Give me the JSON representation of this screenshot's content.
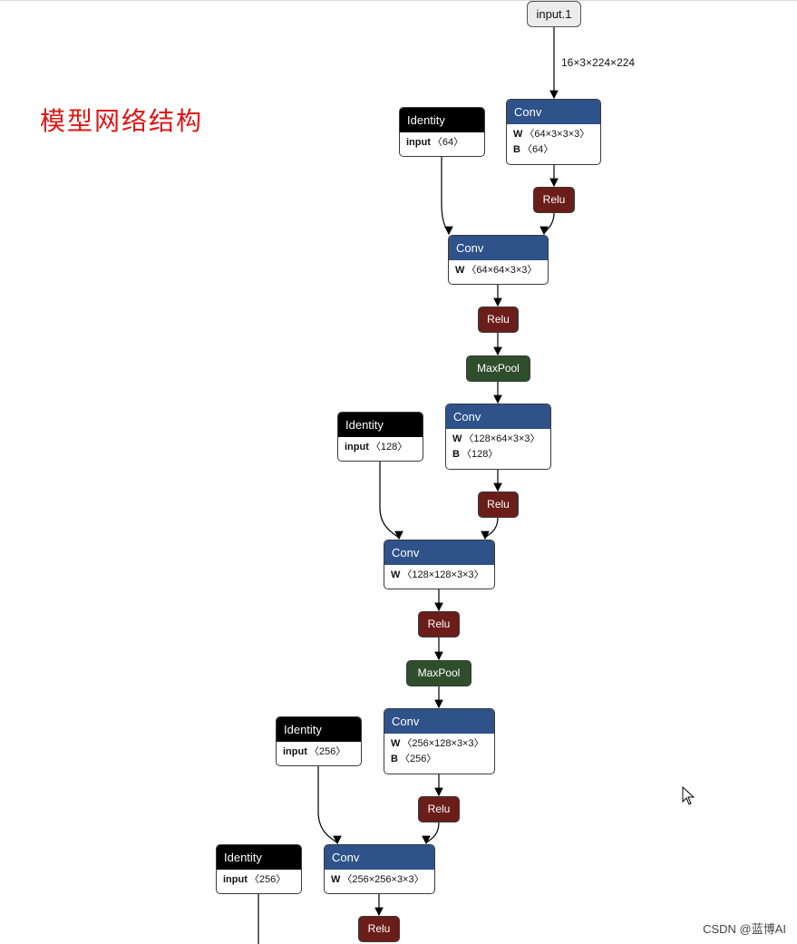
{
  "heading": "模型网络结构",
  "input_node": {
    "label": "input.1"
  },
  "input_edge_label": "16×3×224×224",
  "nodes": [
    {
      "type": "Conv",
      "attrs": [
        {
          "k": "W",
          "v": "〈64×3×3×3〉"
        },
        {
          "k": "B",
          "v": "〈64〉"
        }
      ]
    },
    {
      "type": "Identity",
      "attrs": [
        {
          "k": "input",
          "v": "〈64〉"
        }
      ]
    },
    {
      "type": "Relu"
    },
    {
      "type": "Conv",
      "attrs": [
        {
          "k": "W",
          "v": "〈64×64×3×3〉"
        }
      ]
    },
    {
      "type": "Relu"
    },
    {
      "type": "MaxPool"
    },
    {
      "type": "Identity",
      "attrs": [
        {
          "k": "input",
          "v": "〈128〉"
        }
      ]
    },
    {
      "type": "Conv",
      "attrs": [
        {
          "k": "W",
          "v": "〈128×64×3×3〉"
        },
        {
          "k": "B",
          "v": "〈128〉"
        }
      ]
    },
    {
      "type": "Relu"
    },
    {
      "type": "Conv",
      "attrs": [
        {
          "k": "W",
          "v": "〈128×128×3×3〉"
        }
      ]
    },
    {
      "type": "Relu"
    },
    {
      "type": "MaxPool"
    },
    {
      "type": "Identity",
      "attrs": [
        {
          "k": "input",
          "v": "〈256〉"
        }
      ]
    },
    {
      "type": "Conv",
      "attrs": [
        {
          "k": "W",
          "v": "〈256×128×3×3〉"
        },
        {
          "k": "B",
          "v": "〈256〉"
        }
      ]
    },
    {
      "type": "Relu"
    },
    {
      "type": "Identity",
      "attrs": [
        {
          "k": "input",
          "v": "〈256〉"
        }
      ]
    },
    {
      "type": "Conv",
      "attrs": [
        {
          "k": "W",
          "v": "〈256×256×3×3〉"
        }
      ]
    },
    {
      "type": "Relu"
    }
  ],
  "watermark": "CSDN @蓝博AI",
  "colors": {
    "conv": "#2e5289",
    "identity": "#000000",
    "relu": "#6b1d1a",
    "maxpool": "#2f4e2c",
    "heading": "#e01414"
  },
  "icons": {
    "cursor": "mouse-pointer-icon"
  }
}
